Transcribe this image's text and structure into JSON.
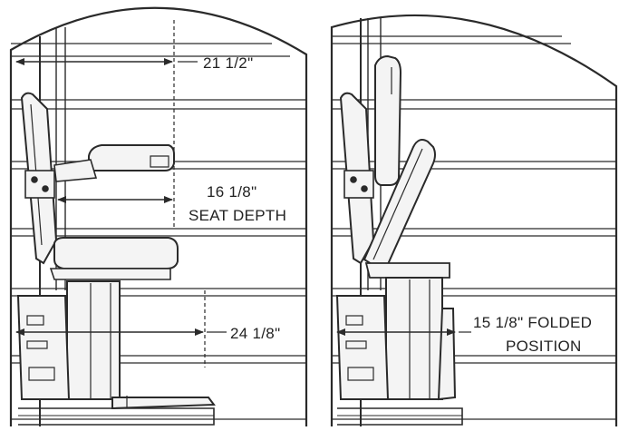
{
  "left_panel": {
    "dim_armrest_width": "21 1/2\"",
    "dim_seat_depth_value": "16 1/8\"",
    "dim_seat_depth_caption": "SEAT DEPTH",
    "dim_overall_depth": "24 1/8\""
  },
  "right_panel": {
    "dim_folded_value": "15 1/8\" FOLDED",
    "dim_folded_caption": "POSITION"
  },
  "colors": {
    "line": "#2a2a2a",
    "background": "#ffffff",
    "fill": "#f4f4f4"
  }
}
